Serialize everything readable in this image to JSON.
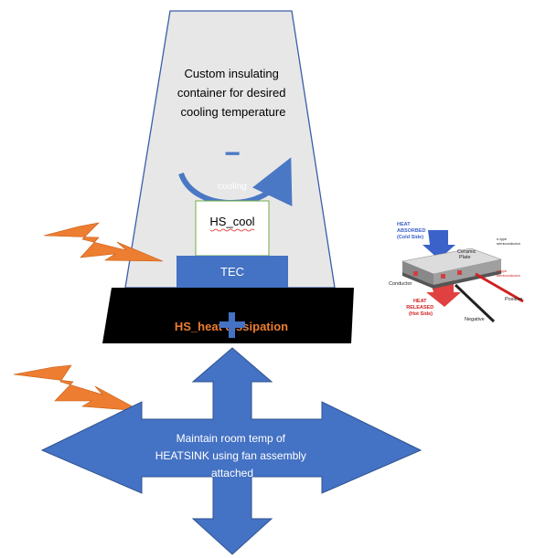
{
  "container": {
    "label_lines": [
      "Custom insulating",
      "container for desired",
      "cooling temperature"
    ],
    "fill": "#e7e7e7",
    "stroke": "#3a5ea8"
  },
  "cooling": {
    "sign": "−",
    "label": "cooling",
    "arrow_color": "#4a78c4"
  },
  "hs_cool": {
    "label": "HS_cool"
  },
  "tec": {
    "label": "TEC",
    "fill": "#4472c4"
  },
  "hs_heat": {
    "label": "HS_heat dissipation",
    "sign": "+",
    "fill": "#000000",
    "label_color": "#ed7d31",
    "sign_color": "#4472c4"
  },
  "fan_arrow": {
    "label_lines": [
      "Maintain room temp of",
      "HEATSINK using fan assembly",
      "attached"
    ],
    "fill": "#4472c4",
    "stroke": "#2f528f"
  },
  "bolt_color": "#ed7d31",
  "tec_inset": {
    "heat_absorbed": [
      "HEAT",
      "ABSORBED",
      "(Cold Side)"
    ],
    "heat_released": [
      "HEAT",
      "RELEASED",
      "(Hot Side)"
    ],
    "ceramic_plate": [
      "Ceramic",
      "Plate"
    ],
    "n_type": [
      "n-type",
      "semiconductor"
    ],
    "p_type": [
      "p-type",
      "semiconductor"
    ],
    "conductor": "Conductor",
    "positive": "Positive",
    "negative": "Negative"
  }
}
